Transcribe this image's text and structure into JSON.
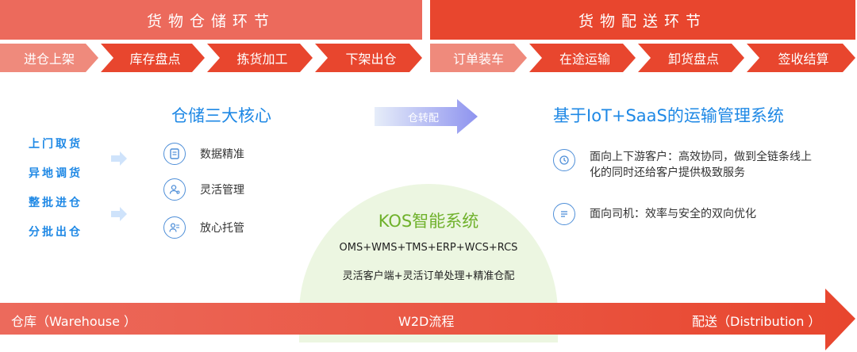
{
  "storage_stage": {
    "title": "货物仓储环节",
    "steps": [
      "进仓上架",
      "库存盘点",
      "拣货加工",
      "下架出仓"
    ]
  },
  "delivery_stage": {
    "title": "货物配送环节",
    "steps": [
      "订单装车",
      "在途运输",
      "卸货盘点",
      "签收结算"
    ]
  },
  "inbound_methods": [
    "上门取货",
    "异地调货",
    "整批进仓",
    "分批出仓"
  ],
  "storage_core": {
    "title": "仓储三大核心",
    "items": [
      {
        "label": "数据精准",
        "icon": "data-doc-icon"
      },
      {
        "label": "灵活管理",
        "icon": "user-gear-icon"
      },
      {
        "label": "放心托管",
        "icon": "trust-user-icon"
      }
    ]
  },
  "transfer_arrow_label": "仓转配",
  "transport_system": {
    "title": "基于IoT+SaaS的运输管理系统",
    "items": [
      {
        "text": "面向上下游客户：高效协同，做到全链条线上化的同时还给客户提供极致服务",
        "icon": "clock-refresh-icon"
      },
      {
        "text": "面向司机：效率与安全的双向优化",
        "icon": "list-lines-icon"
      }
    ]
  },
  "kos": {
    "title": "KOS智能系统",
    "line1": "OMS+WMS+TMS+ERP+WCS+RCS",
    "line2": "灵活客户端+灵活订单处理+精准仓配"
  },
  "flow_bar": {
    "left": "仓库（Warehouse ）",
    "center": "W2D流程",
    "right": "配送（Distribution ）"
  },
  "colors": {
    "banner_left": "#ec6a5c",
    "banner_right": "#e8462e",
    "blue": "#1e88e5",
    "green": "#6fb12b",
    "dome": "#ecf6e1"
  }
}
